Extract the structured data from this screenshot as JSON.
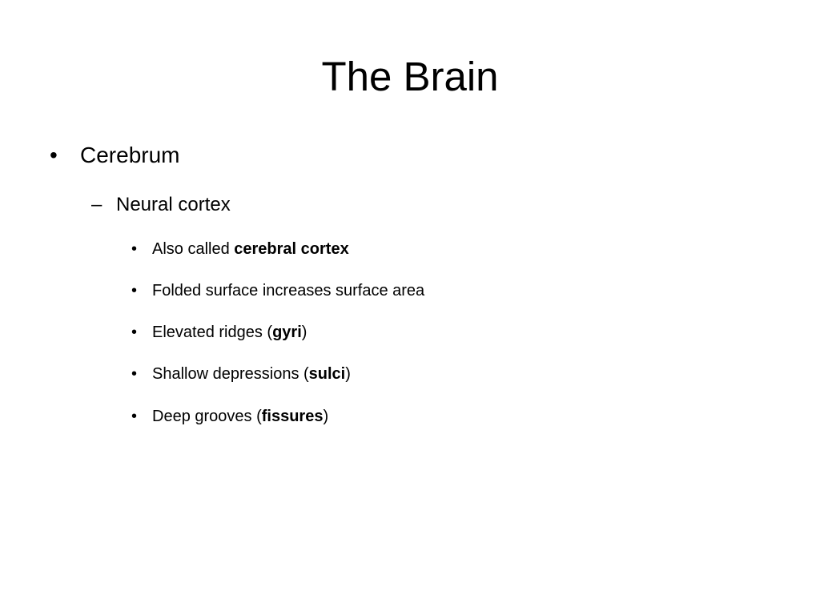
{
  "slide": {
    "title": "The Brain",
    "bullet_marker": "•",
    "dash_marker": "–",
    "level1": {
      "text": "Cerebrum"
    },
    "level2": {
      "text": "Neural cortex"
    },
    "level3": [
      {
        "before": "Also called ",
        "bold": "cerebral cortex",
        "after": ""
      },
      {
        "before": "Folded surface increases surface area",
        "bold": "",
        "after": ""
      },
      {
        "before": "Elevated ridges (",
        "bold": "gyri",
        "after": ")"
      },
      {
        "before": "Shallow depressions (",
        "bold": "sulci",
        "after": ")"
      },
      {
        "before": "Deep grooves (",
        "bold": "fissures",
        "after": ")"
      }
    ]
  }
}
